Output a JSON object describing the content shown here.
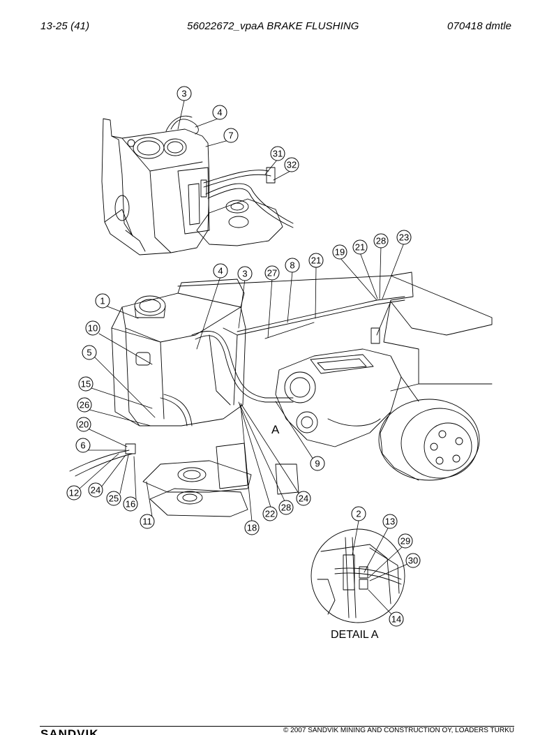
{
  "header": {
    "page": "13-25 (41)",
    "title": "56022672_vpaA BRAKE FLUSHING",
    "code": "070418 dmtle"
  },
  "detail_label": "DETAIL A",
  "detail_marker": "A",
  "callouts": [
    "3",
    "4",
    "7",
    "31",
    "32",
    "19",
    "21",
    "28",
    "23",
    "4",
    "3",
    "27",
    "8",
    "21",
    "1",
    "10",
    "5",
    "15",
    "26",
    "20",
    "6",
    "12",
    "24",
    "25",
    "16",
    "11",
    "18",
    "22",
    "28",
    "24",
    "9",
    "2",
    "13",
    "29",
    "30",
    "14"
  ],
  "footer": {
    "copyright": "© 2007 SANDVIK MINING AND CONSTRUCTION OY, LOADERS TURKU",
    "logo_text": "SANDVIK"
  }
}
